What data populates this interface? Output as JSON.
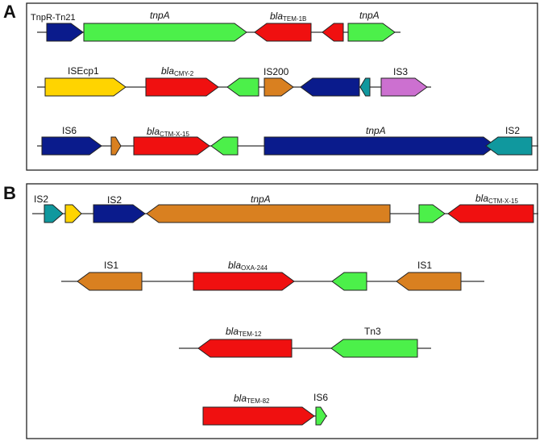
{
  "panels": [
    {
      "letter": "A"
    },
    {
      "letter": "B"
    }
  ],
  "colors": {
    "navy": "#0a1b8c",
    "green": "#4cf04a",
    "red": "#f01010",
    "yellow": "#ffd400",
    "orange": "#d98020",
    "teal": "#10989e",
    "violet": "#cc70d0"
  },
  "labels": {
    "a1_tnpr": "TnpR-Tn21",
    "a1_tnpa1": "tnpA",
    "a1_bla_base": "bla",
    "a1_bla_sub": "TEM-1B",
    "a1_tnpa2": "tnpA",
    "a2_isecp1": "ISEcp1",
    "a2_bla_base": "bla",
    "a2_bla_sub": "CMY-2",
    "a2_is200": "IS200",
    "a2_is3": "IS3",
    "a3_is6": "IS6",
    "a3_bla_base": "bla",
    "a3_bla_sub": "CTM-X-15",
    "a3_tnpa": "tnpA",
    "a3_is2": "IS2",
    "b1_is2a": "IS2",
    "b1_is2b": "IS2",
    "b1_tnpa": "tnpA",
    "b1_bla_base": "bla",
    "b1_bla_sub": "CTM-X-15",
    "b2_is1a": "IS1",
    "b2_bla_base": "bla",
    "b2_bla_sub": "OXA-244",
    "b2_is1b": "IS1",
    "b3_bla_base": "bla",
    "b3_bla_sub": "TEM-12",
    "b3_tn3": "Tn3",
    "b4_bla_base": "bla",
    "b4_bla_sub": "TEM-82",
    "b4_is6": "IS6"
  }
}
